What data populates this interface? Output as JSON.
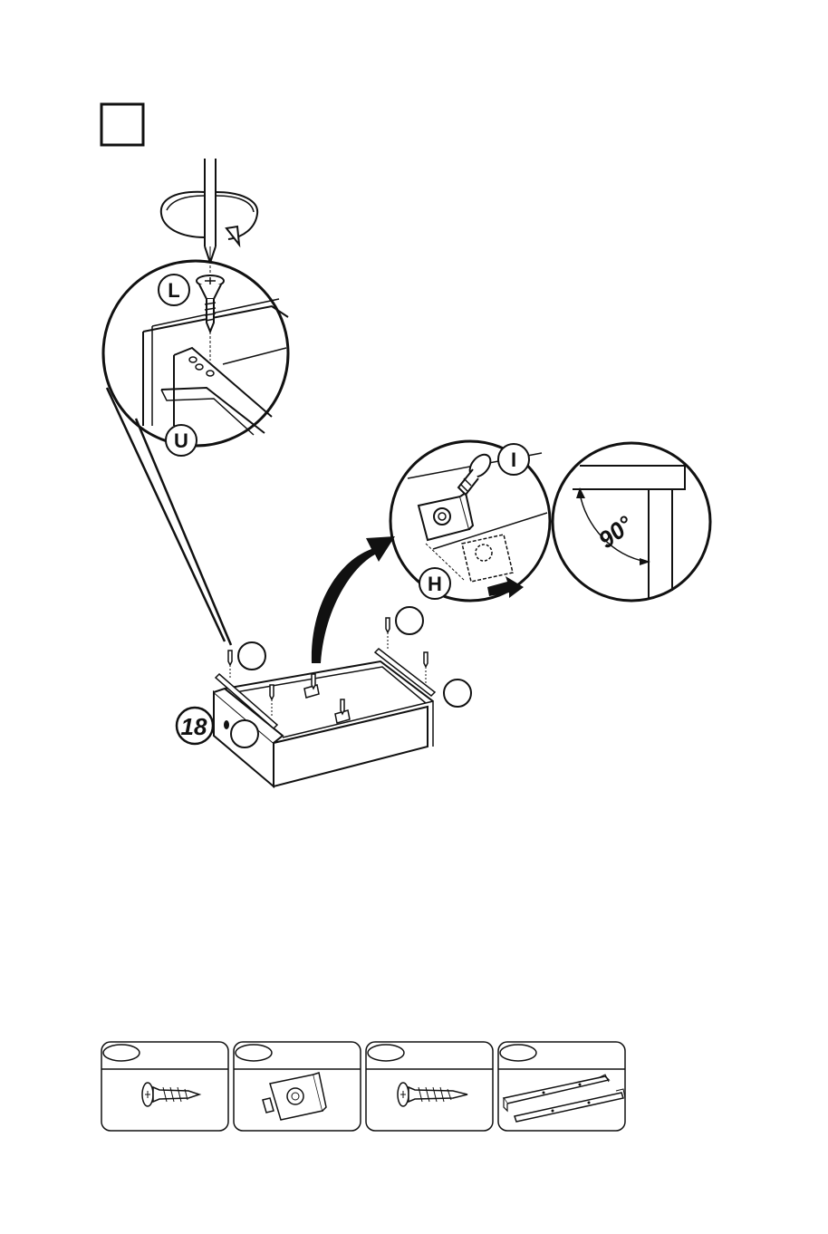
{
  "step": {
    "number": ""
  },
  "labels": {
    "screw_L": "L",
    "rail_U": "U",
    "screw_I": "I",
    "bracket_H": "H",
    "drawer_part": "18",
    "angle": "90°"
  },
  "parts_legend": [
    {
      "code": "",
      "icon": "screw-icon"
    },
    {
      "code": "",
      "icon": "corner-bracket-icon"
    },
    {
      "code": "",
      "icon": "screw-icon"
    },
    {
      "code": "",
      "icon": "drawer-rail-pair-icon"
    }
  ],
  "colors": {
    "ink": "#111111",
    "background": "#ffffff"
  }
}
